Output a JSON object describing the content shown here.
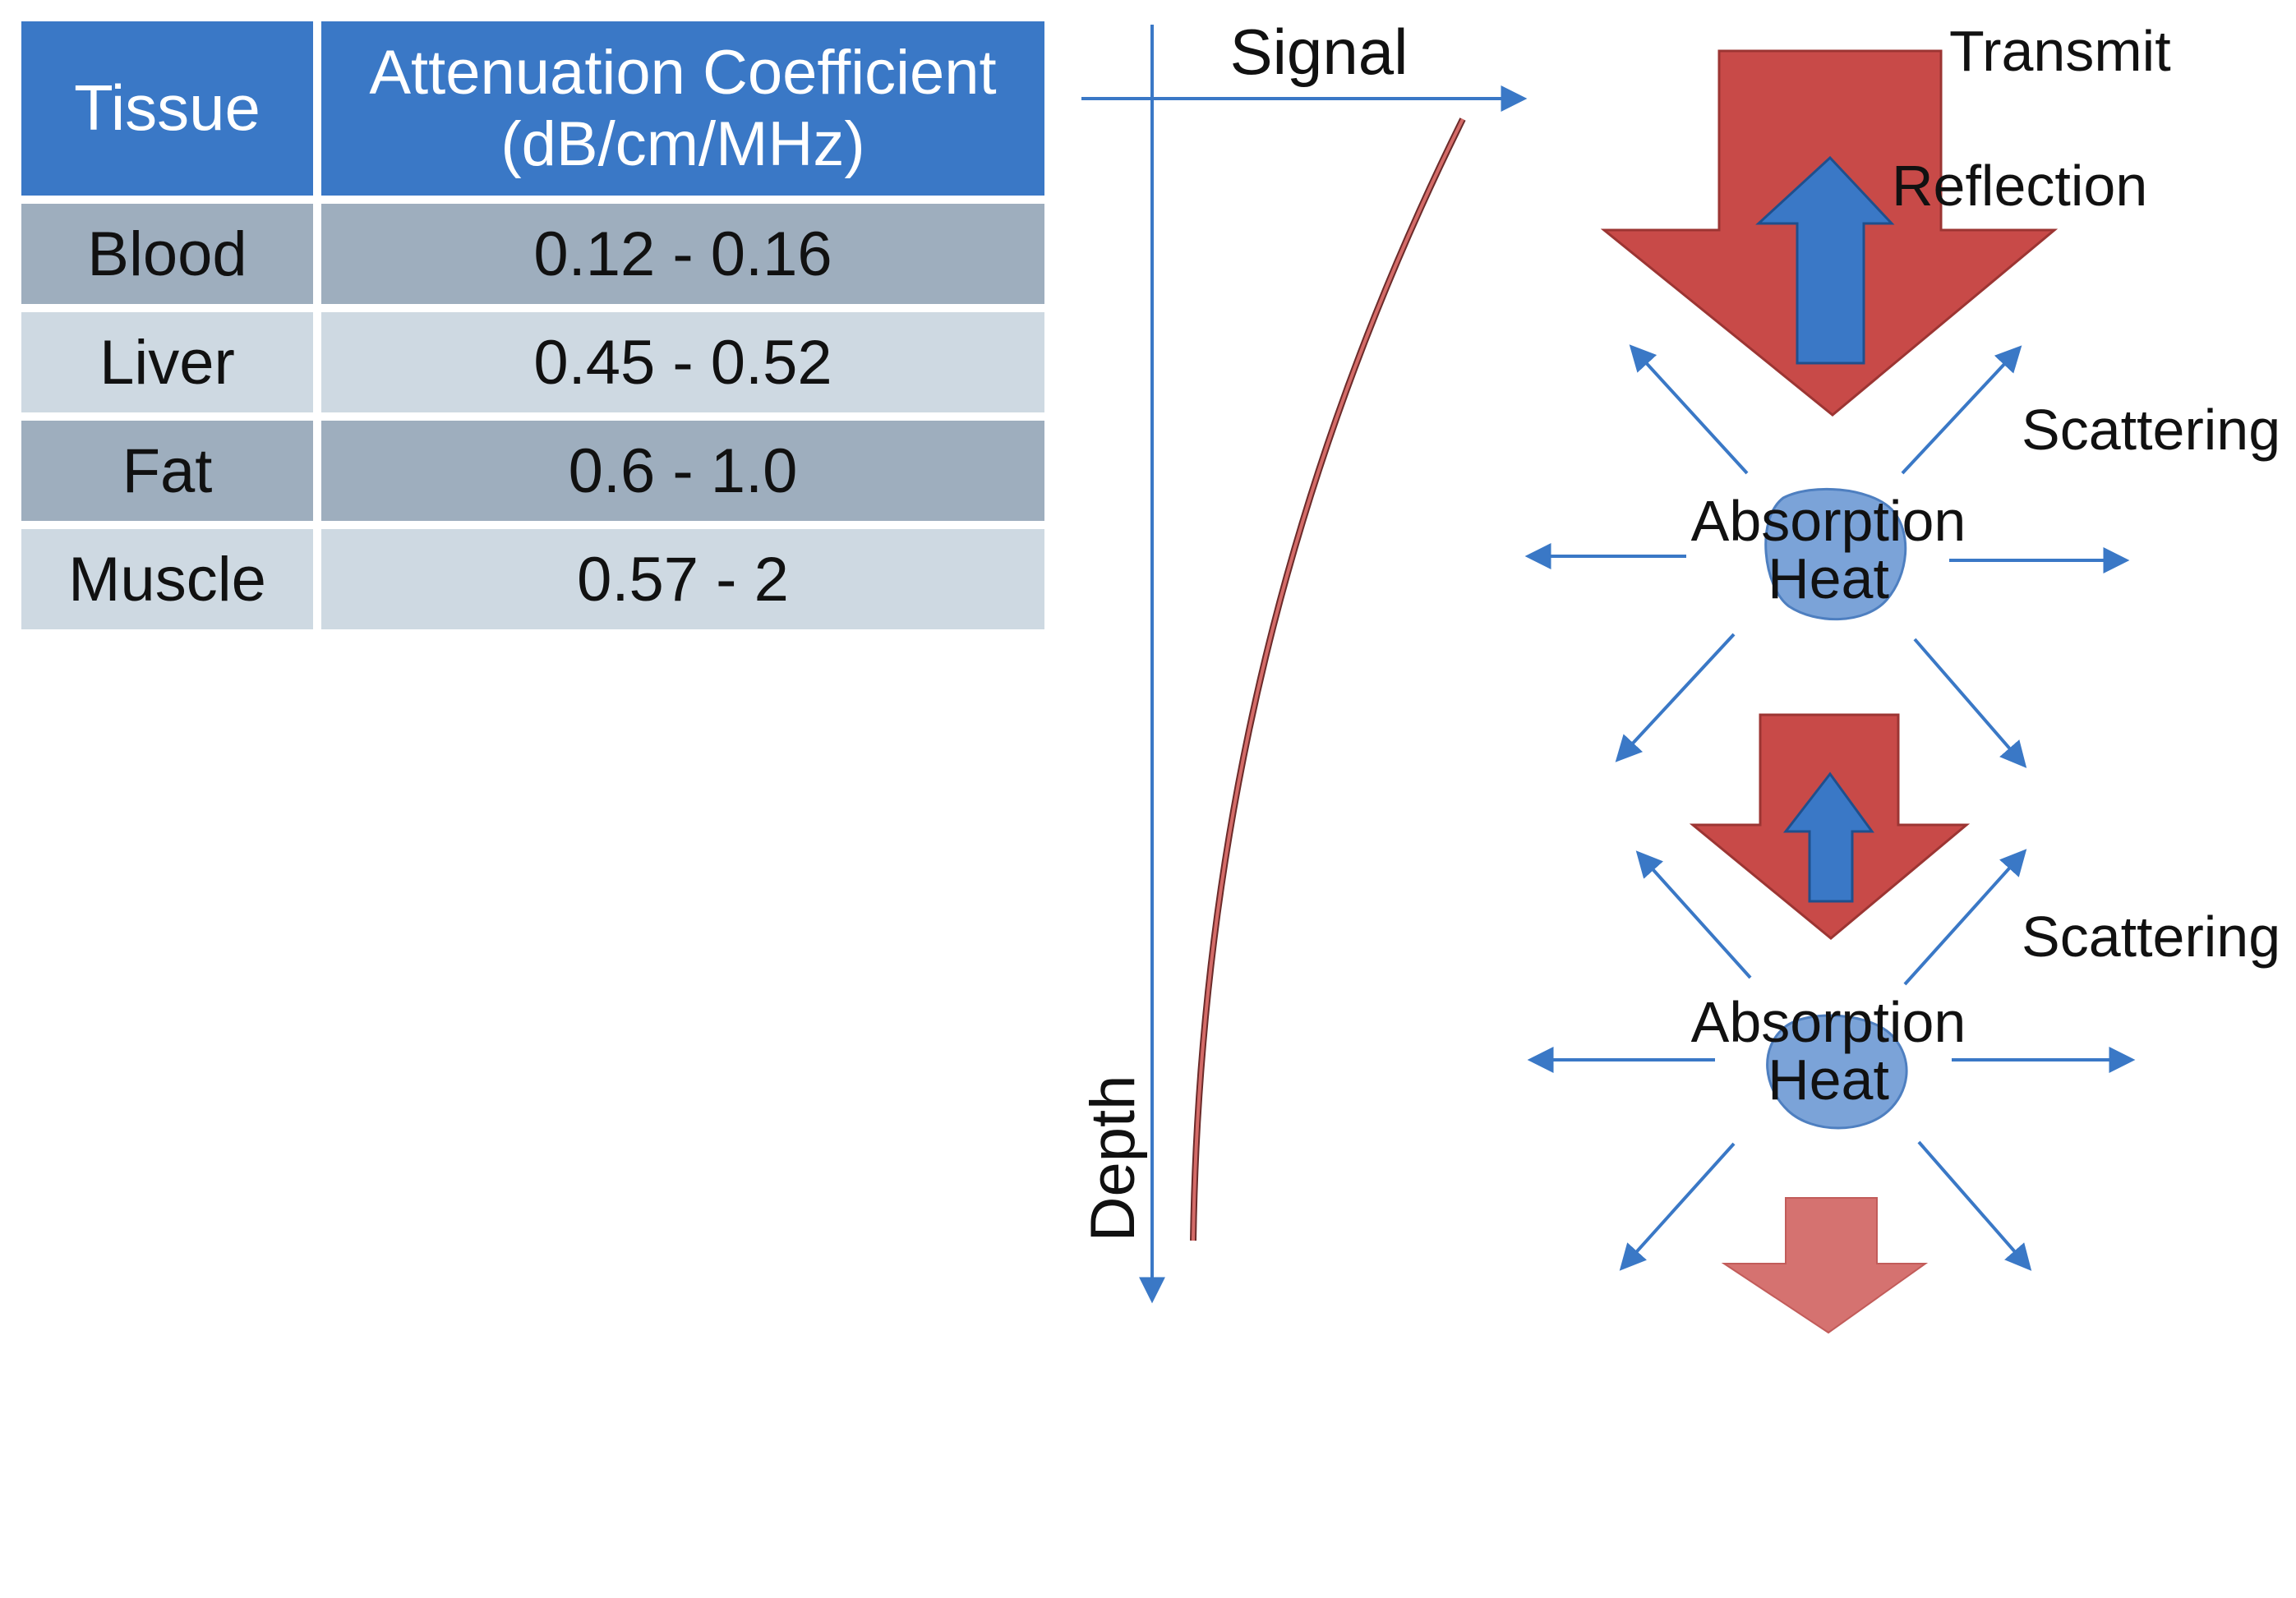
{
  "table": {
    "headers": {
      "tissue": "Tissue",
      "coefficient_line1": "Attenuation Coefficient",
      "coefficient_line2": "(dB/cm/MHz)"
    },
    "rows": [
      {
        "tissue": "Blood",
        "value": "0.12 - 0.16"
      },
      {
        "tissue": "Liver",
        "value": "0.45 - 0.52"
      },
      {
        "tissue": "Fat",
        "value": "0.6 - 1.0"
      },
      {
        "tissue": "Muscle",
        "value": "0.57 - 2"
      }
    ]
  },
  "diagram": {
    "signal_label": "Signal",
    "depth_label": "Depth",
    "transmit_label": "Transmit",
    "reflection_label": "Reflection",
    "scattering_label_1": "Scattering",
    "scattering_label_2": "Scattering",
    "absorption_label_1": "Absorption",
    "heat_label_1": "Heat",
    "absorption_label_2": "Absorption",
    "heat_label_2": "Heat"
  },
  "colors": {
    "header_blue": "#3a78c6",
    "row_dark": "#9eaebe",
    "row_light": "#ced9e2",
    "arrow_red": "#c84a48",
    "arrow_red_faded": "#d57270",
    "arrow_blue": "#3a78c6",
    "blob_blue": "#7ba3d8"
  }
}
